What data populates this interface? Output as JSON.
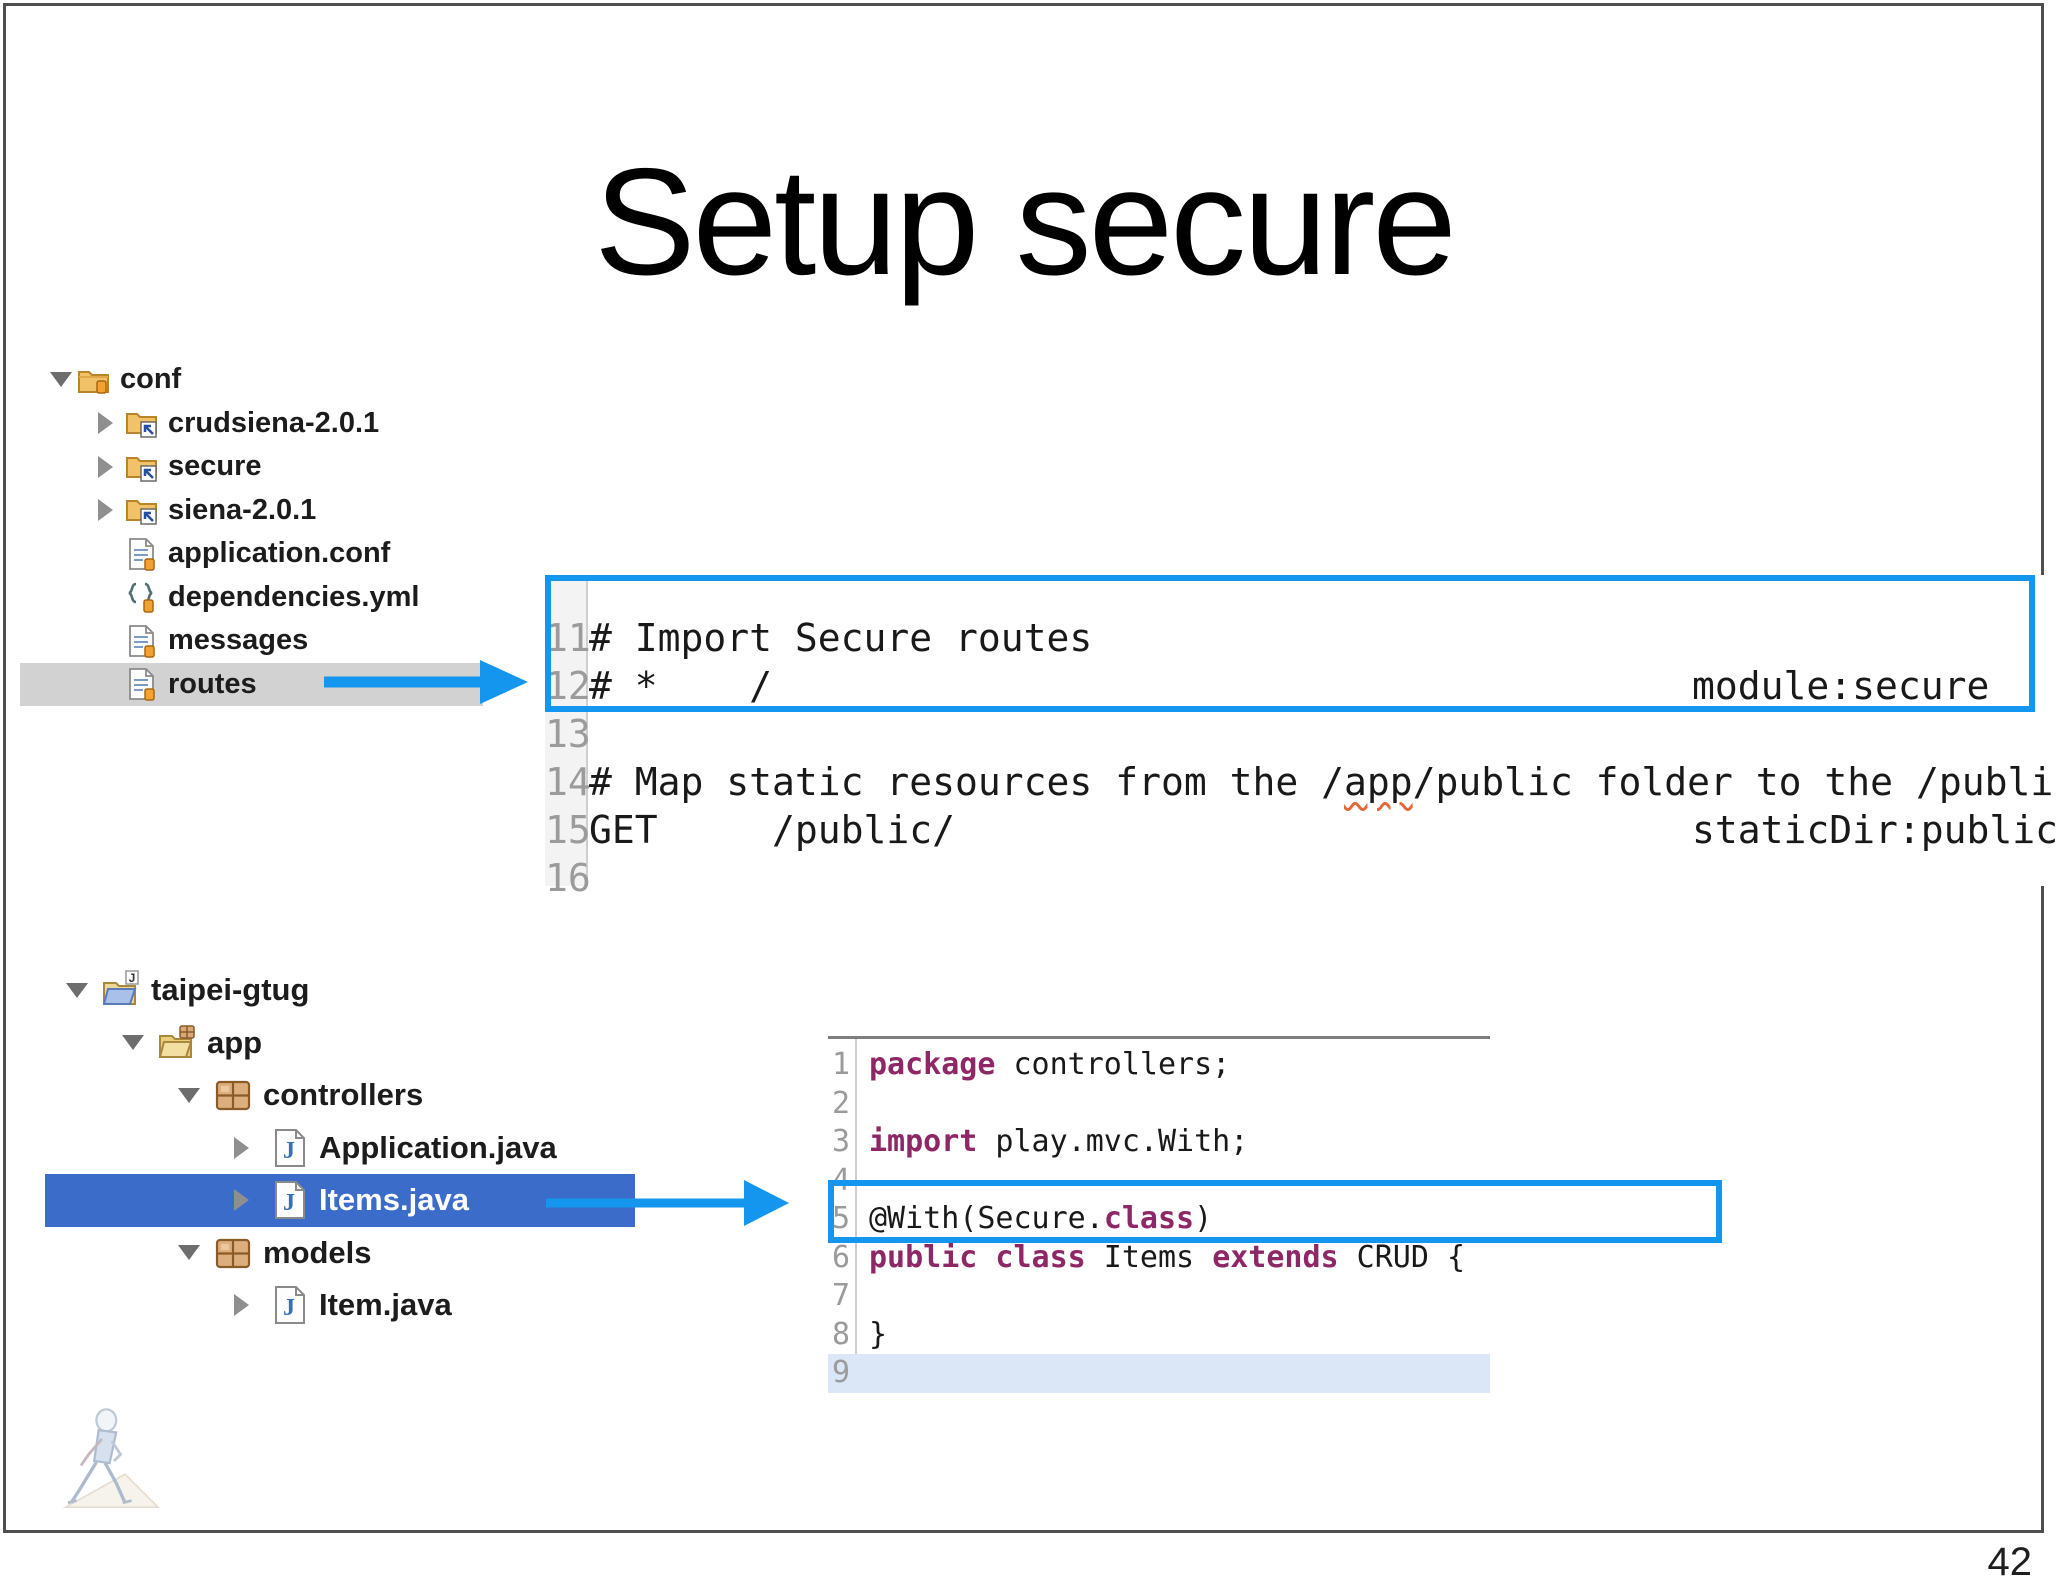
{
  "slide": {
    "title": "Setup secure",
    "page_number": "42"
  },
  "colors": {
    "accent_blue": "#1496ef",
    "selection_blue": "#3c6cc9",
    "selected_row_gray": "#d2d2d2",
    "keyword_magenta": "#8e2766",
    "line_number_gray": "#9b9b9b"
  },
  "conf_tree": {
    "items": [
      {
        "label": "conf",
        "indent": 0,
        "state": "expanded",
        "icon": "folder-conf"
      },
      {
        "label": "crudsiena-2.0.1",
        "indent": 1,
        "state": "collapsed",
        "icon": "folder-linked"
      },
      {
        "label": "secure",
        "indent": 1,
        "state": "collapsed",
        "icon": "folder-linked"
      },
      {
        "label": "siena-2.0.1",
        "indent": 1,
        "state": "collapsed",
        "icon": "folder-linked"
      },
      {
        "label": "application.conf",
        "indent": 1,
        "state": "leaf",
        "icon": "file-text"
      },
      {
        "label": "dependencies.yml",
        "indent": 1,
        "state": "leaf",
        "icon": "file-braces"
      },
      {
        "label": "messages",
        "indent": 1,
        "state": "leaf",
        "icon": "file-text"
      },
      {
        "label": "routes",
        "indent": 1,
        "state": "leaf",
        "icon": "file-text",
        "selected": "gray"
      }
    ]
  },
  "routes_editor": {
    "lines": [
      {
        "num": "11",
        "segments": [
          {
            "text": "# Import Secure routes"
          }
        ]
      },
      {
        "num": "12",
        "segments": [
          {
            "text": "# *    /"
          }
        ],
        "right_text": "module:secure"
      },
      {
        "num": "13",
        "segments": []
      },
      {
        "num": "14",
        "segments": [
          {
            "text": "# Map static resources from the /"
          },
          {
            "text": "app",
            "wavy": true
          },
          {
            "text": "/public folder to the /publi"
          }
        ]
      },
      {
        "num": "15",
        "segments": [
          {
            "text": "GET     /public/"
          }
        ],
        "right_text": "staticDir:public"
      },
      {
        "num": "16",
        "segments": []
      }
    ]
  },
  "project_tree": {
    "items": [
      {
        "label": "taipei-gtug",
        "indent": 0,
        "state": "expanded",
        "icon": "java-project"
      },
      {
        "label": "app",
        "indent": 1,
        "state": "expanded",
        "icon": "app-folder"
      },
      {
        "label": "controllers",
        "indent": 2,
        "state": "expanded",
        "icon": "package"
      },
      {
        "label": "Application.java",
        "indent": 3,
        "state": "collapsed",
        "icon": "java-file"
      },
      {
        "label": "Items.java",
        "indent": 3,
        "state": "collapsed",
        "icon": "java-file",
        "selected": "blue"
      },
      {
        "label": "models",
        "indent": 2,
        "state": "expanded",
        "icon": "package"
      },
      {
        "label": "Item.java",
        "indent": 3,
        "state": "collapsed",
        "icon": "java-file"
      }
    ]
  },
  "java_editor": {
    "lines": [
      {
        "num": "1",
        "segments": [
          {
            "text": "package",
            "kw": true
          },
          {
            "text": " controllers;"
          }
        ]
      },
      {
        "num": "2",
        "segments": []
      },
      {
        "num": "3",
        "segments": [
          {
            "text": "import",
            "kw": true
          },
          {
            "text": " play.mvc.With;"
          }
        ]
      },
      {
        "num": "4",
        "segments": []
      },
      {
        "num": "5",
        "segments": [
          {
            "text": "@With(Secure."
          },
          {
            "text": "class",
            "kw": true
          },
          {
            "text": ")"
          }
        ]
      },
      {
        "num": "6",
        "segments": [
          {
            "text": "public class",
            "kw": true
          },
          {
            "text": " Items "
          },
          {
            "text": "extends",
            "kw": true
          },
          {
            "text": " CRUD {"
          }
        ]
      },
      {
        "num": "7",
        "segments": []
      },
      {
        "num": "8",
        "segments": [
          {
            "text": "}"
          }
        ]
      },
      {
        "num": "9",
        "segments": [],
        "highlight": true
      }
    ]
  },
  "footer": {
    "logo_icon": "walking-figure-sketch"
  }
}
